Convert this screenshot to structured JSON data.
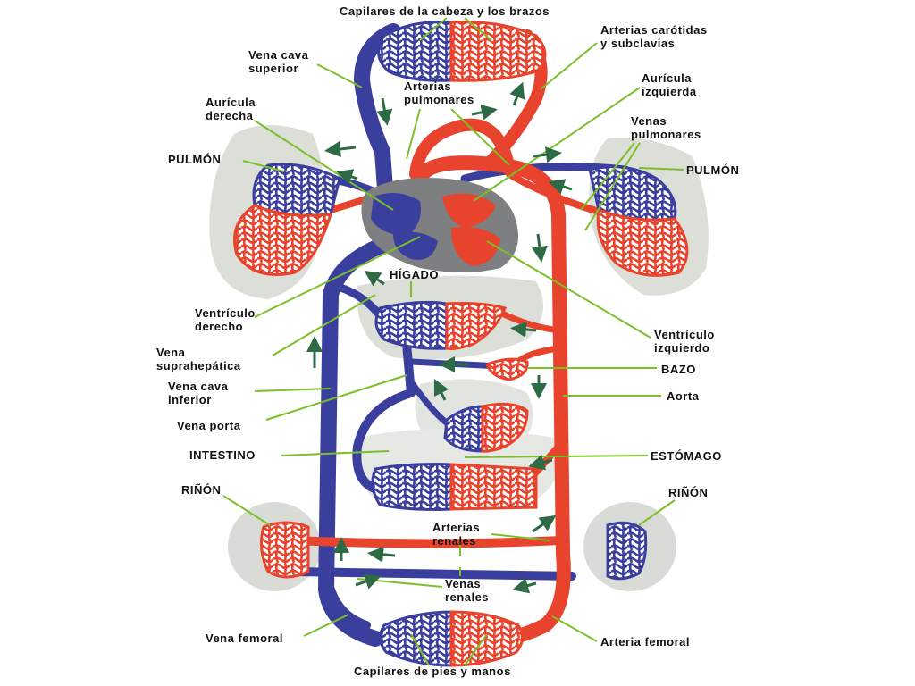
{
  "colors": {
    "vein": "#3a3f9e",
    "artery": "#e8432c",
    "organ": "#d9dcd6",
    "heart": "#7d7f80",
    "leader": "#7bbf2a",
    "arrow": "#2e6b45"
  },
  "labels": {
    "capilares_cabeza": "Capilares de la cabeza y los brazos",
    "arterias_carotidas_1": "Arterias carótidas",
    "arterias_carotidas_2": "y subclavias",
    "vena_cava_sup_1": "Vena cava",
    "vena_cava_sup_2": "superior",
    "arterias_pulm_1": "Arterias",
    "arterias_pulm_2": "pulmonares",
    "auricula_izq_1": "Aurícula",
    "auricula_izq_2": "izquierda",
    "auricula_der_1": "Aurícula",
    "auricula_der_2": "derecha",
    "venas_pulm_1": "Venas",
    "venas_pulm_2": "pulmonares",
    "pulmon_izq": "PULMÓN",
    "pulmon_der": "PULMÓN",
    "higado": "HÍGADO",
    "ventriculo_der_1": "Ventrículo",
    "ventriculo_der_2": "derecho",
    "ventriculo_izq_1": "Ventrículo",
    "ventriculo_izq_2": "izquierdo",
    "vena_suprahep_1": "Vena",
    "vena_suprahep_2": "suprahepática",
    "bazo": "BAZO",
    "vena_cava_inf_1": "Vena cava",
    "vena_cava_inf_2": "inferior",
    "aorta": "Aorta",
    "vena_porta": "Vena porta",
    "intestino": "INTESTINO",
    "estomago": "ESTÓMAGO",
    "rinon_izq": "RIÑÓN",
    "rinon_der": "RIÑÓN",
    "arterias_renales_1": "Arterias",
    "arterias_renales_2": "renales",
    "venas_renales_1": "Venas",
    "venas_renales_2": "renales",
    "vena_femoral": "Vena femoral",
    "arteria_femoral": "Arteria femoral",
    "capilares_pies": "Capilares de pies y manos"
  }
}
